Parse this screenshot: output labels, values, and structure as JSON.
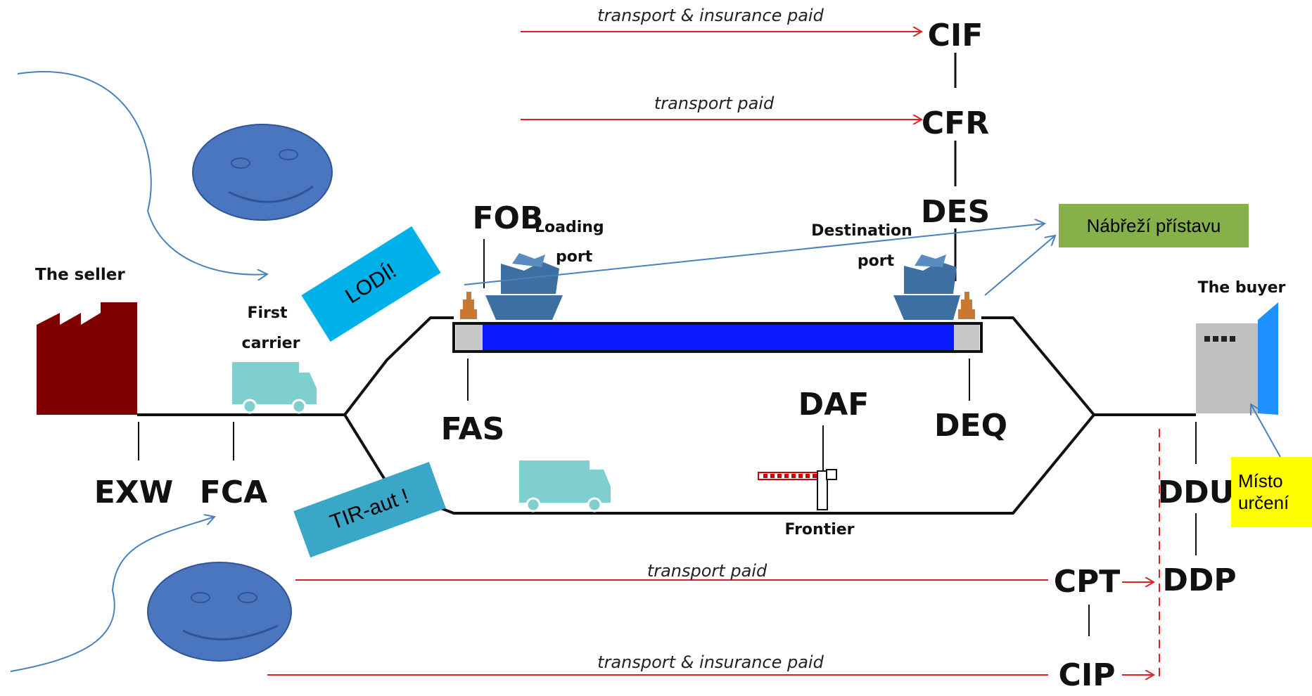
{
  "top_arrows": {
    "cif_note": "transport & insurance paid",
    "cfr_note": "transport paid"
  },
  "terms": {
    "cif": "CIF",
    "cfr": "CFR",
    "des": "DES",
    "fob": "FOB",
    "fas": "FAS",
    "daf": "DAF",
    "deq": "DEQ",
    "exw": "EXW",
    "fca": "FCA",
    "ddu": "DDU",
    "ddp": "DDP",
    "cpt": "CPT",
    "cip": "CIP"
  },
  "labels": {
    "seller": "The seller",
    "first_carrier_1": "First",
    "first_carrier_2": "carrier",
    "loading_port_1": "Loading",
    "loading_port_2": "port",
    "destination_port_1": "Destination",
    "destination_port_2": "port",
    "buyer": "The buyer",
    "frontier": "Frontier"
  },
  "bottom_arrows": {
    "cpt_note": "transport paid",
    "cip_note": "transport & insurance paid"
  },
  "callouts": {
    "lodi": "LODÍ!",
    "tir": "TIR-aut !",
    "nabrezi": "Nábřeží přístavu",
    "misto_1": "Místo",
    "misto_2": "určení"
  },
  "colors": {
    "factory": "#7f0000",
    "truck": "#7fcfcf",
    "water": "#0a1aff",
    "ship": "#3d6fa3",
    "smiley": "#4a76c0",
    "red_arrow": "#e02020",
    "blue_arrow": "#4a7fc0",
    "lodi_box": "#00b0e8",
    "tir_box": "#3aa7c8",
    "nabrezi_box": "#86b04a",
    "misto_box": "#ffff00"
  }
}
